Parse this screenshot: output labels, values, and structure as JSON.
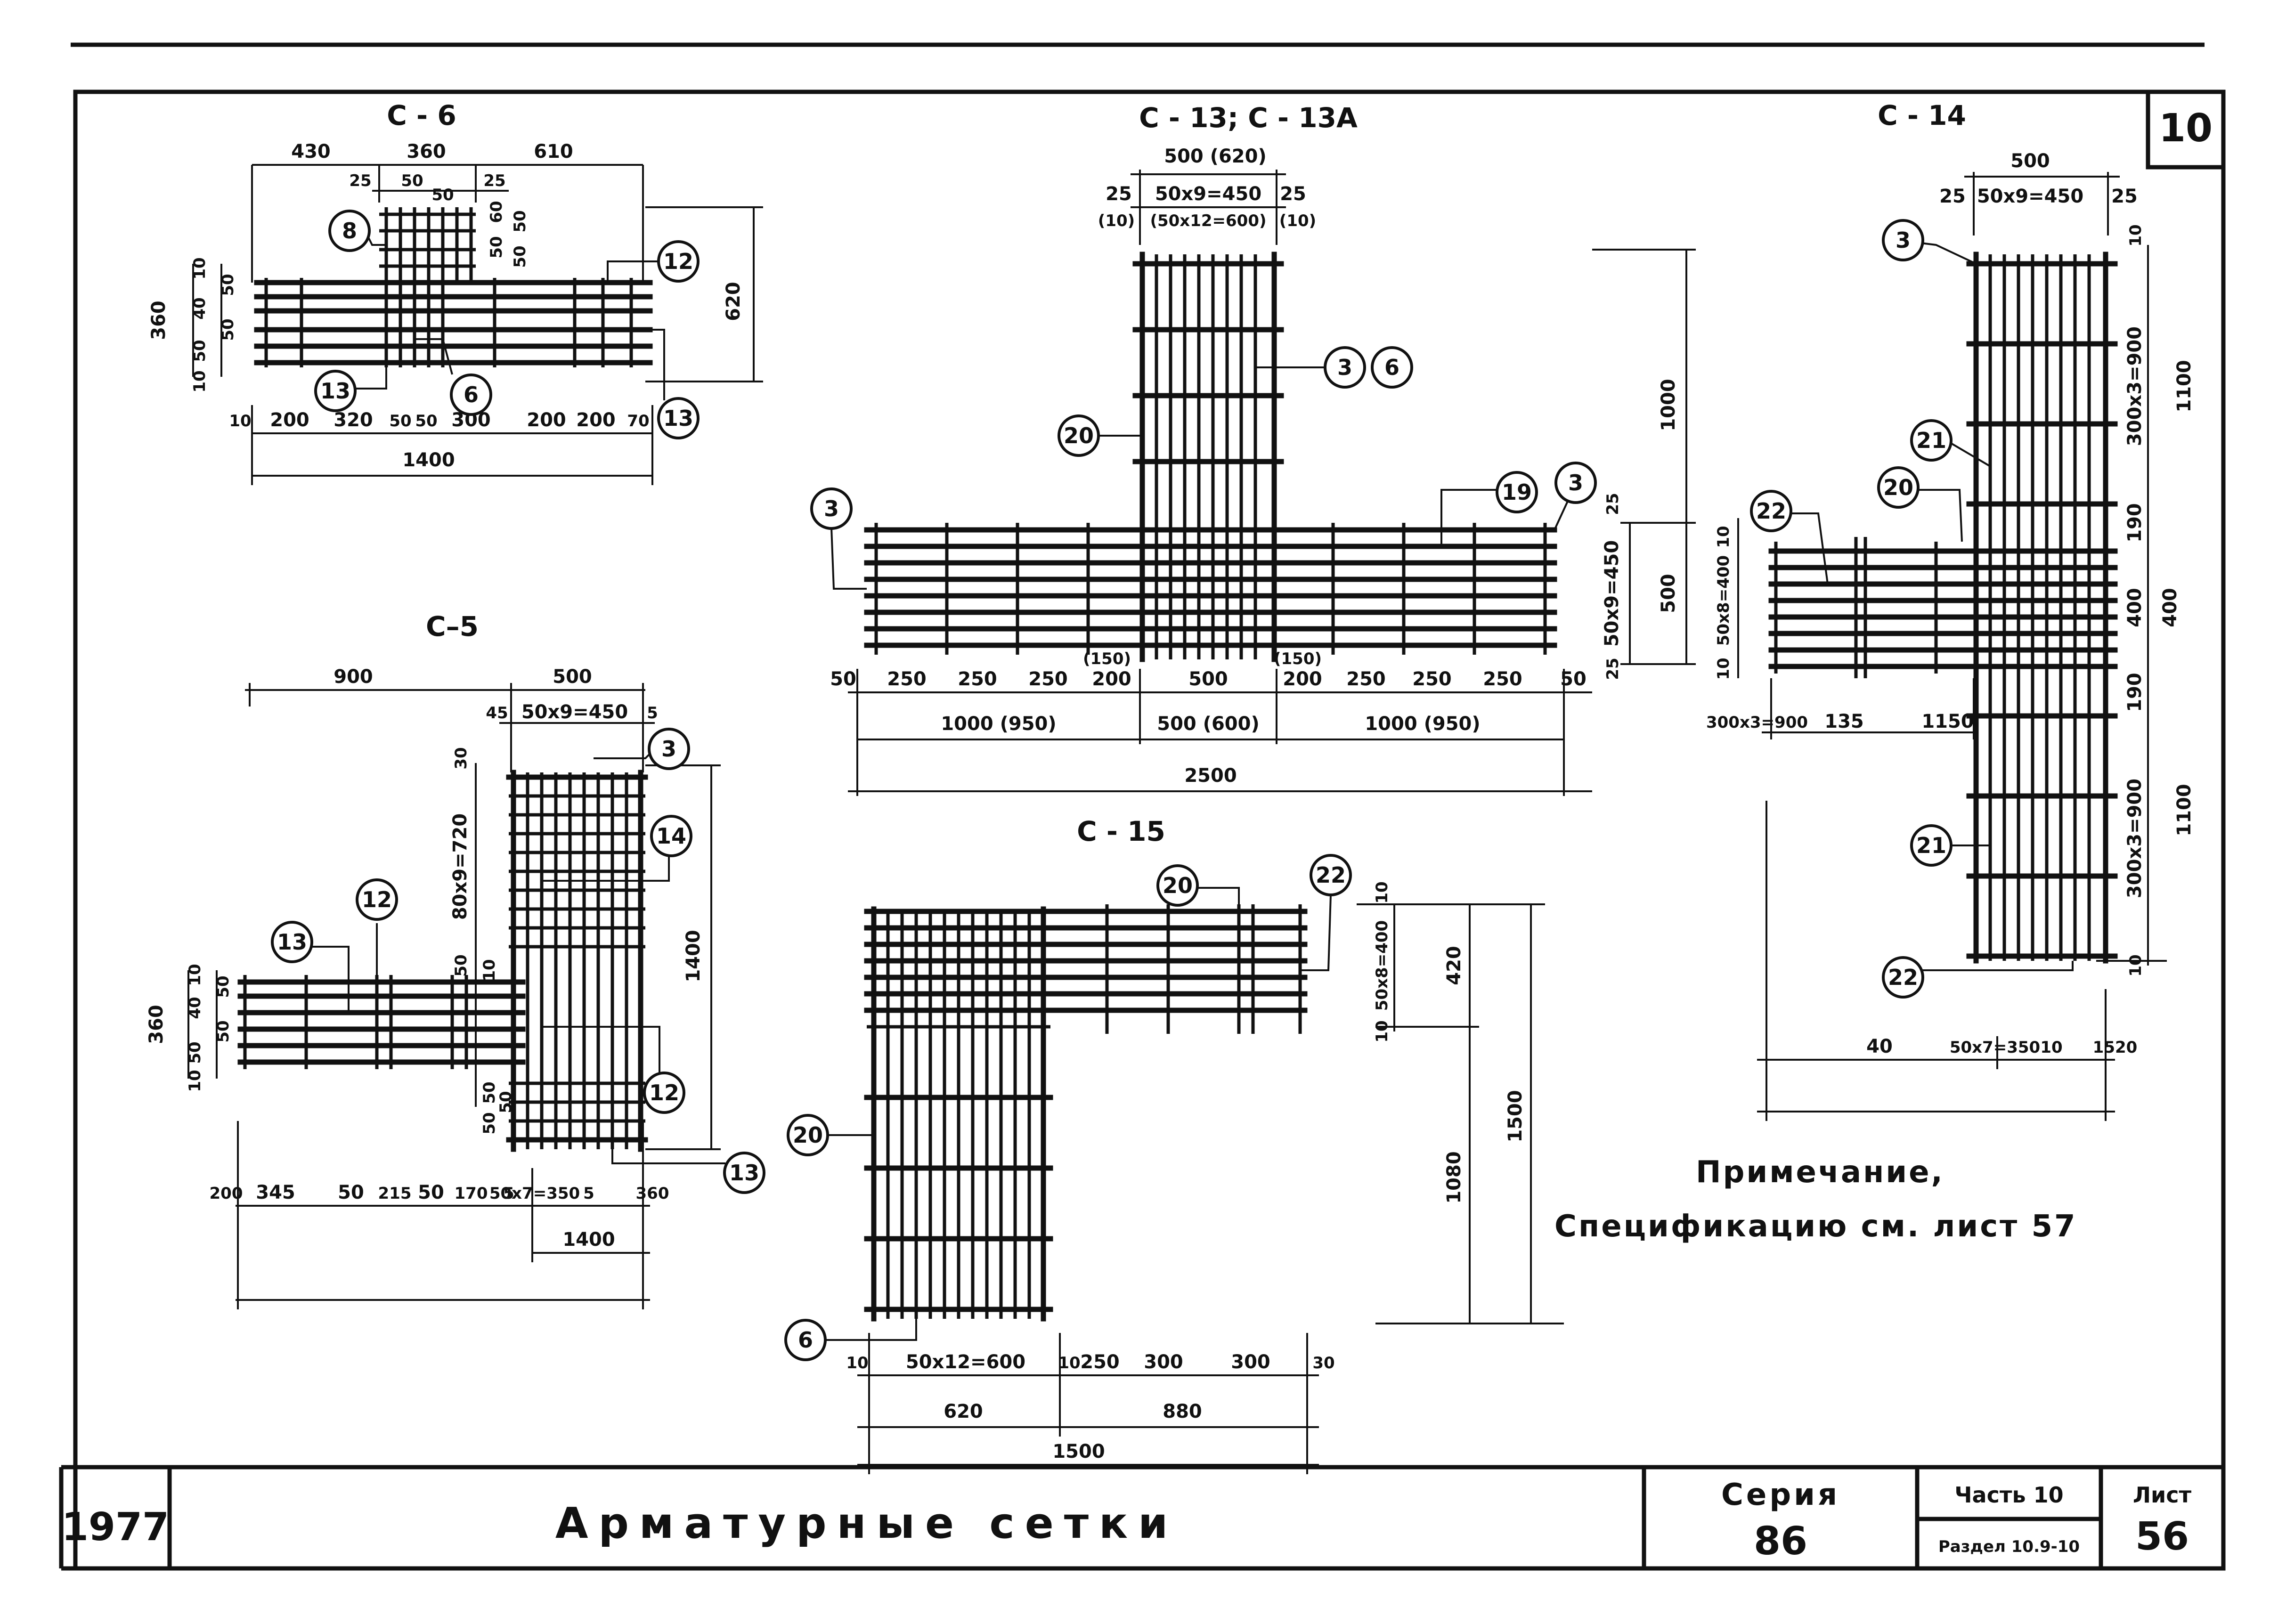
{
  "sheet": {
    "number_box": "10",
    "note": [
      "Примечание,",
      "Спецификацию см. лист 57"
    ]
  },
  "title_block": {
    "year": "1977",
    "title": "Арматурные сетки",
    "serie_label": "Серия",
    "serie_value": "86",
    "part_label": "Часть 10",
    "section": "Раздел 10.9-10",
    "sheet_label": "Лист",
    "sheet_value": "56"
  },
  "meshes": [
    {
      "id": "C-6",
      "label": "С - 6",
      "dims": [
        "430",
        "360",
        "610",
        "25",
        "50",
        "25",
        "50",
        "60",
        "50",
        "50",
        "50",
        "10",
        "50",
        "40",
        "50",
        "50",
        "10",
        "620",
        "10",
        "200",
        "320",
        "50",
        "50",
        "300",
        "200",
        "200",
        "70",
        "1400",
        "360"
      ],
      "callouts": [
        "8",
        "12",
        "13",
        "6",
        "13"
      ]
    },
    {
      "id": "C-13",
      "label": "С - 13; С - 13А",
      "dims": [
        "500 (620)",
        "25",
        "50х9=450",
        "25",
        "(10)",
        "(50х12=600)",
        "(10)",
        "1000",
        "25",
        "50х9=450",
        "25",
        "500",
        "50",
        "250",
        "250",
        "250",
        "(150)",
        "200",
        "500",
        "(150)",
        "200",
        "250",
        "250",
        "250",
        "50",
        "1000 (950)",
        "500 (600)",
        "1000 (950)",
        "2500"
      ],
      "callouts": [
        "3",
        "6",
        "20",
        "3",
        "19",
        "3"
      ]
    },
    {
      "id": "C-14",
      "label": "С - 14",
      "dims": [
        "500",
        "25",
        "50х9=450",
        "25",
        "10",
        "300х3=900",
        "1100",
        "190",
        "400",
        "400",
        "190",
        "300х3=900",
        "1100",
        "10",
        "50х8=400",
        "10",
        "10",
        "300х3=900",
        "135",
        "1150",
        "40",
        "50х7=350",
        "10",
        "1520"
      ],
      "callouts": [
        "3",
        "22",
        "21",
        "20",
        "21",
        "22"
      ]
    },
    {
      "id": "C-5",
      "label": "С–5",
      "dims": [
        "900",
        "500",
        "45",
        "50х9=450",
        "5",
        "30",
        "80х9=720",
        "50",
        "1400",
        "10",
        "50",
        "40",
        "50",
        "50",
        "10",
        "360",
        "50",
        "50",
        "50",
        "10",
        "200",
        "345",
        "50",
        "215",
        "50",
        "170",
        "5",
        "50х7=350",
        "5",
        "360",
        "1400"
      ],
      "callouts": [
        "3",
        "14",
        "12",
        "13",
        "12",
        "13"
      ]
    },
    {
      "id": "C-15",
      "label": "С - 15",
      "dims": [
        "10",
        "50х8=400",
        "10",
        "420",
        "1080",
        "1500",
        "10",
        "50х12=600",
        "10",
        "250",
        "300",
        "300",
        "30",
        "620",
        "880",
        "1500"
      ],
      "callouts": [
        "20",
        "22",
        "20",
        "6"
      ]
    }
  ]
}
